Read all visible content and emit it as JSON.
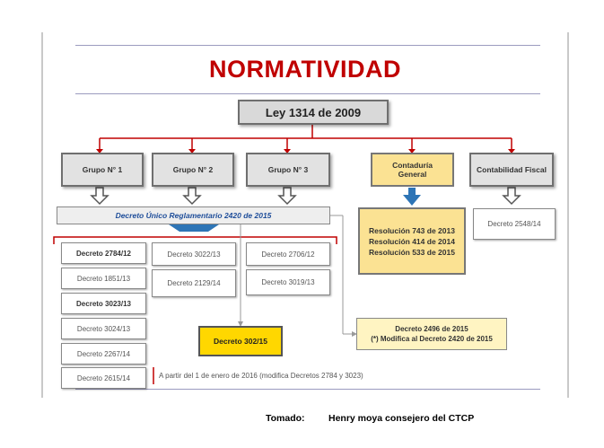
{
  "title": "NORMATIVIDAD",
  "law": "Ley 1314 de 2009",
  "groups": {
    "g1": "Grupo N° 1",
    "g2": "Grupo N° 2",
    "g3": "Grupo N° 3",
    "contaduria_l1": "Contaduría",
    "contaduria_l2": "General",
    "fiscal": "Contabilidad Fiscal"
  },
  "decreto_unico": "Decreto Único Reglamentario 2420 de 2015",
  "col1": [
    "Decreto 2784/12",
    "Decreto 1851/13",
    "Decreto 3023/13",
    "Decreto 3024/13",
    "Decreto 2267/14",
    "Decreto 2615/14"
  ],
  "col2": [
    "Decreto 3022/13",
    "Decreto 2129/14"
  ],
  "col3": [
    "Decreto 2706/12",
    "Decreto 3019/13"
  ],
  "decreto_302": "Decreto 302/15",
  "resoluciones": [
    "Resolución 743 de 2013",
    "Resolución 414 de 2014",
    "Resolución 533 de 2015"
  ],
  "fiscal_decreto": "Decreto 2548/14",
  "decreto_2496_l1": "Decreto 2496 de 2015",
  "decreto_2496_l2": "(*) Modifica al Decreto 2420 de 2015",
  "note": "A partir del 1 de enero de 2016 (modifica Decretos 2784 y 3023)",
  "credit_label": "Tomado:",
  "credit_text": "Henry moya consejero del CTCP",
  "colors": {
    "title": "#c00000",
    "connector": "#c00000",
    "blue": "#2e75b6",
    "navy": "#1f4e9a"
  }
}
